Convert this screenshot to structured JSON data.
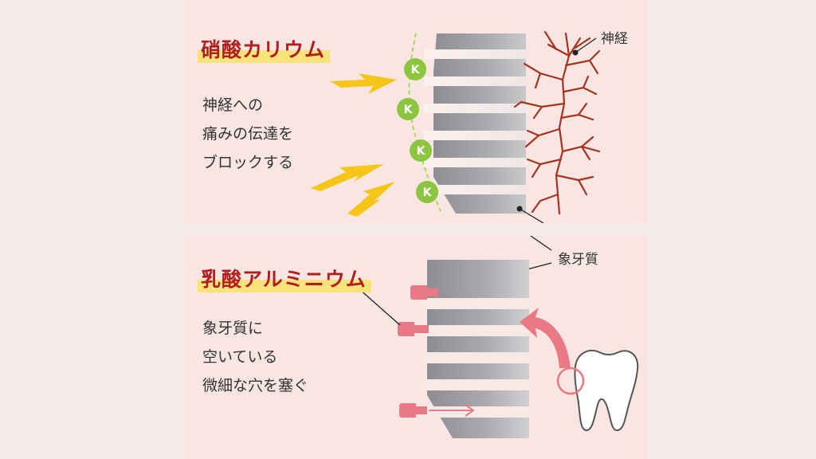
{
  "top_panel": {
    "title": "硝酸カリウム",
    "description_lines": [
      "神経への",
      "痛みの伝達を",
      "ブロックする"
    ],
    "nerve_label": "神経",
    "ion_symbol": "K"
  },
  "bottom_panel": {
    "title": "乳酸アルミニウム",
    "description_lines": [
      "象牙質に",
      "空いている",
      "微細な穴を塞ぐ"
    ]
  },
  "dentin_label": "象牙質",
  "colors": {
    "title_red": "#b01e1e",
    "highlight_yellow": "#f8e27a",
    "lightning": "#f5c518",
    "ion_green": "#8cc63f",
    "nerve": "#a8321f",
    "plug_pink": "#e97a85",
    "dentin_gray": "#a8a8ac"
  }
}
